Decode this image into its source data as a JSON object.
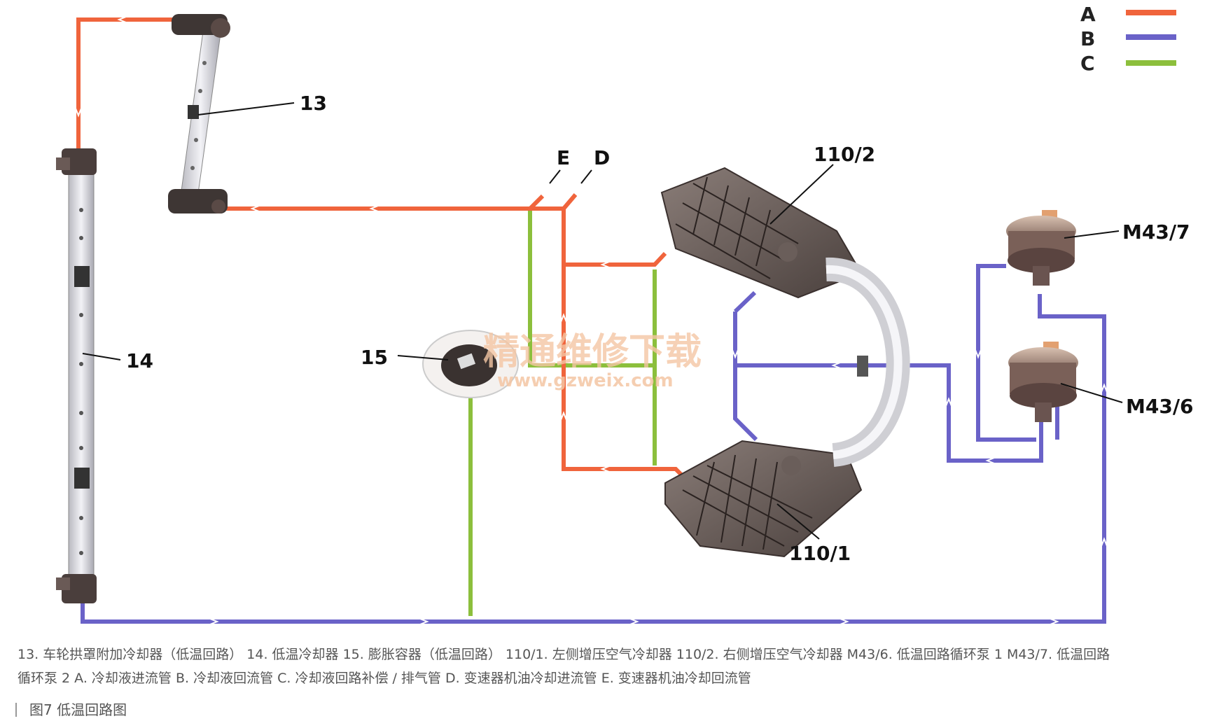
{
  "legend": [
    {
      "key": "A",
      "color": "#f0643c"
    },
    {
      "key": "B",
      "color": "#6a62c8"
    },
    {
      "key": "C",
      "color": "#8cbf3c"
    }
  ],
  "labels": {
    "l13": "13",
    "l14": "14",
    "l15": "15",
    "l110_2": "110/2",
    "l110_1": "110/1",
    "lM43_7": "M43/7",
    "lM43_6": "M43/6",
    "lE": "E",
    "lD": "D"
  },
  "watermark": {
    "cn": "精通维修下载",
    "url": "www.gzweix.com"
  },
  "caption": {
    "line1": "13. 车轮拱罩附加冷却器（低温回路） 14. 低温冷却器 15. 膨胀容器（低温回路） 110/1. 左侧增压空气冷却器 110/2. 右侧增压空气冷却器 M43/6. 低温回路循环泵 1 M43/7. 低温回路",
    "line2": "循环泵 2 A. 冷却液进流管 B. 冷却液回流管 C. 冷却液回路补偿 / 排气管 D. 变速器机油冷却进流管 E. 变速器机油冷却回流管"
  },
  "figure_title": "图7  低温回路图"
}
